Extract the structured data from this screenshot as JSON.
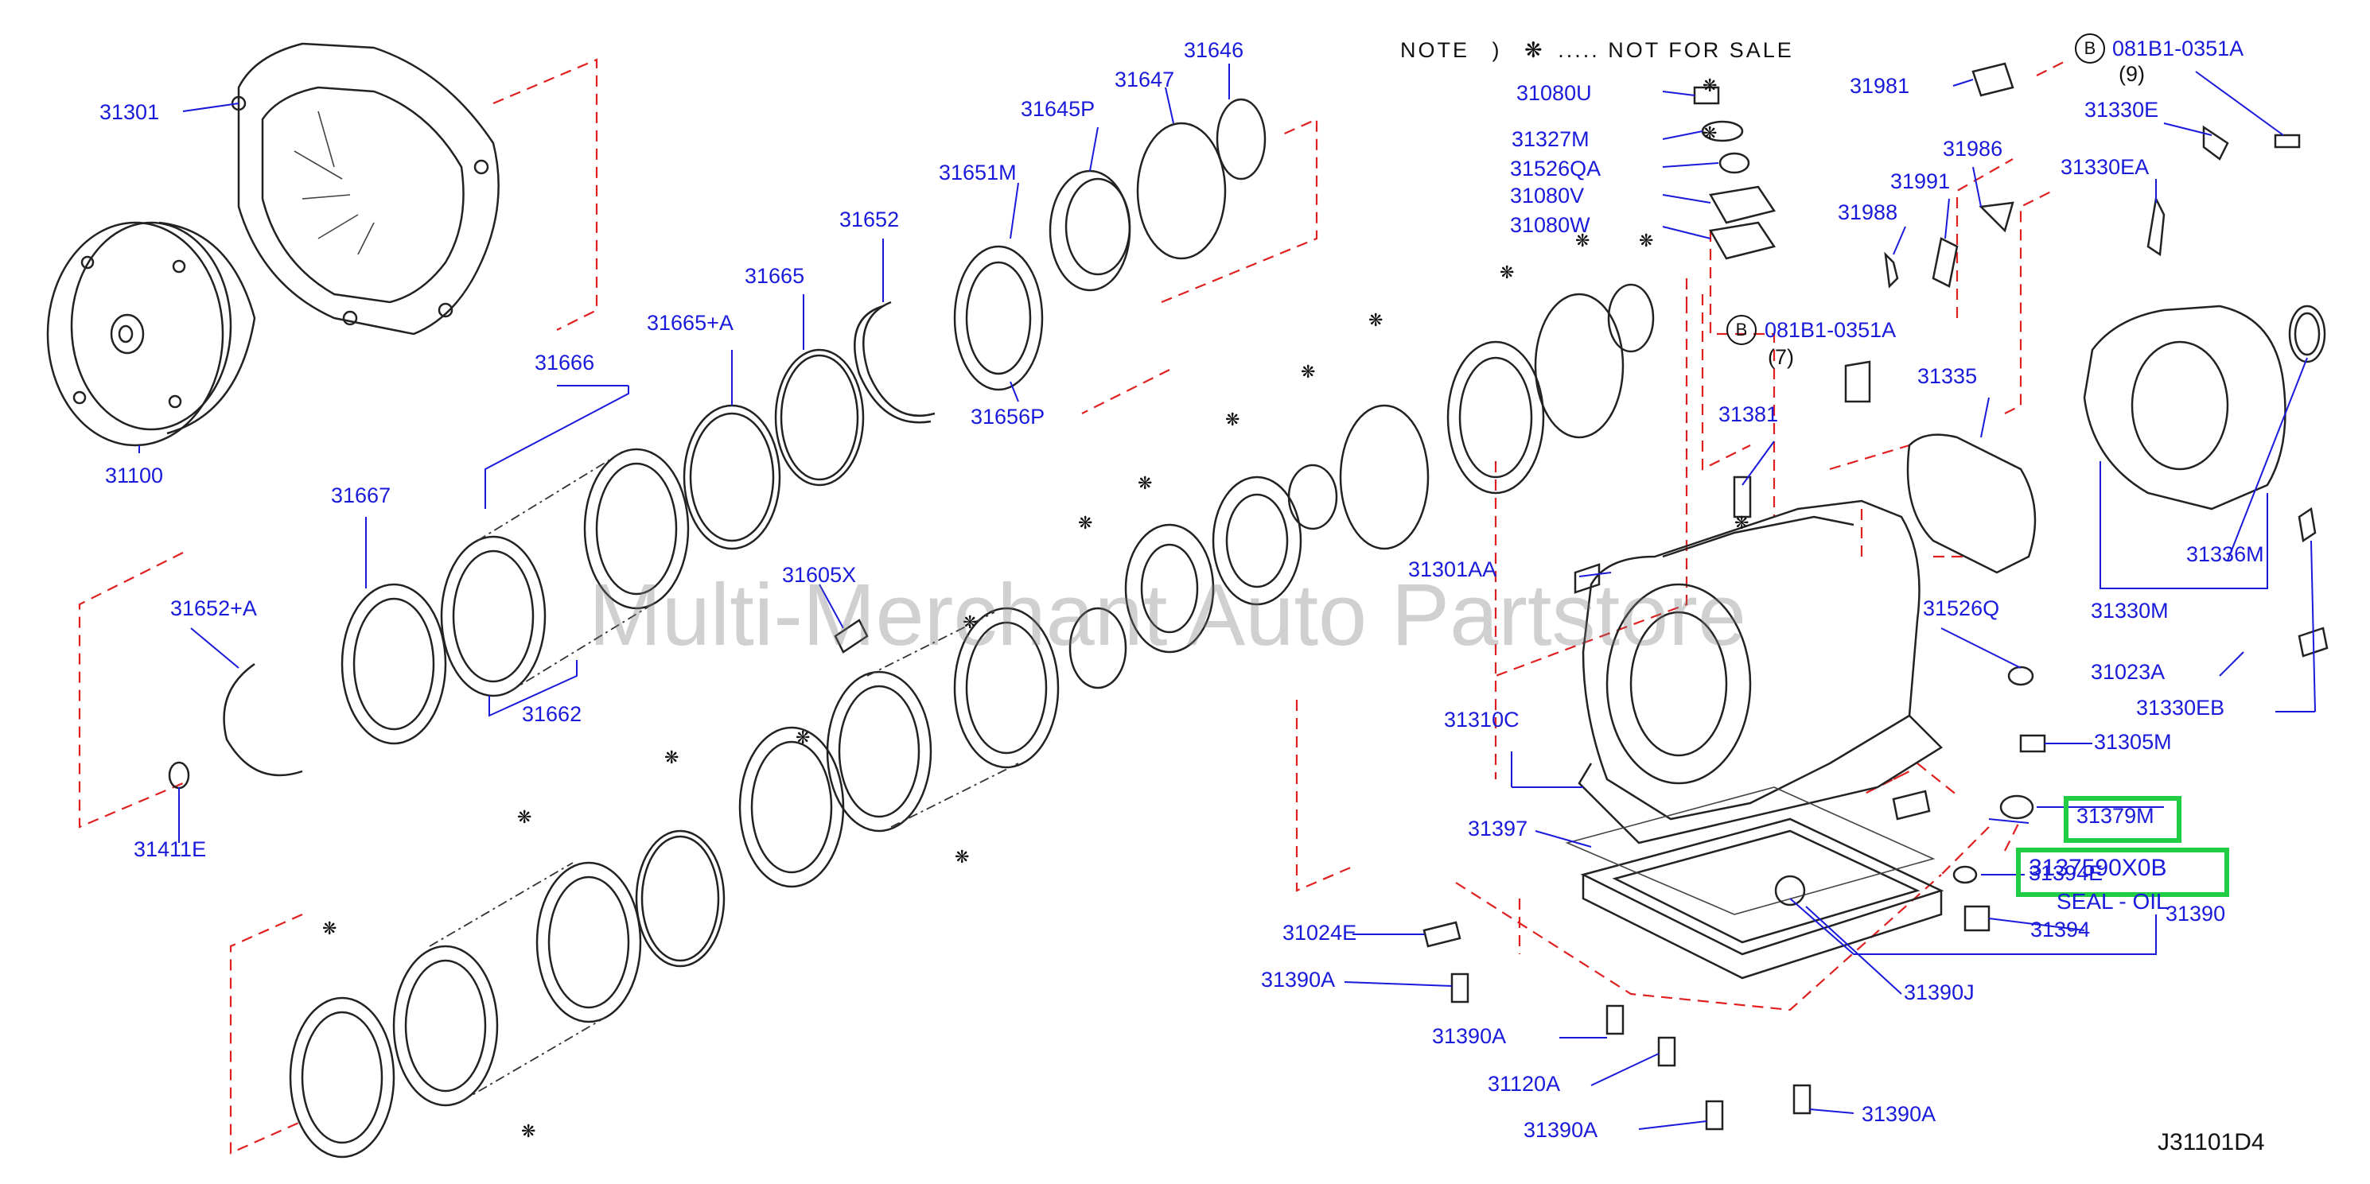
{
  "note": {
    "prefix": "NOTE",
    "paren": ")",
    "symbol": "❋",
    "text": "..... NOT FOR SALE"
  },
  "watermark": "Multi-Merchant Auto Partstore",
  "diagram_code": "J31101D4",
  "badges": [
    {
      "letter": "B",
      "code": "081B1-0351A",
      "qty": "(9)"
    },
    {
      "letter": "B",
      "code": "081B1-0351A",
      "qty": "(7)"
    }
  ],
  "highlight": {
    "part_a": "31379M",
    "part_b": "3137590X0B",
    "part_b_desc": "SEAL - OIL"
  },
  "parts": [
    "31301",
    "31100",
    "31666",
    "31665+A",
    "31665",
    "31652",
    "31651M",
    "31656P",
    "31645P",
    "31647",
    "31646",
    "31667",
    "31662",
    "31652+A",
    "31411E",
    "31605X",
    "31080U",
    "31327M",
    "31526QA",
    "31080V",
    "31080W",
    "31981",
    "31986",
    "31991",
    "31988",
    "31330E",
    "31330EA",
    "31335",
    "31381",
    "31301AA",
    "31526Q",
    "31336M",
    "31330M",
    "31023A",
    "31330EB",
    "31305M",
    "31310C",
    "31397",
    "31394E",
    "31390",
    "31394",
    "31024E",
    "31390A",
    "31390J",
    "31120A"
  ],
  "colors": {
    "label": "#1a1adb",
    "dash": "#e02020",
    "highlight": "#22cc44"
  }
}
